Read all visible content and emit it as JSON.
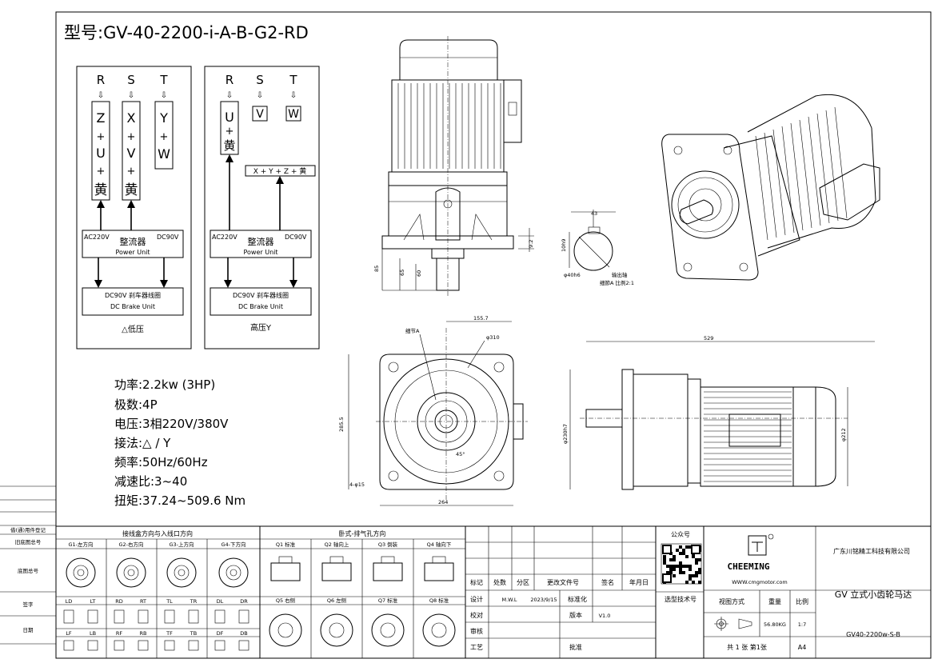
{
  "model_title": "型号:GV-40-2200-i-A-B-G2-RD",
  "wiring_low": {
    "phases": [
      "R",
      "S",
      "T"
    ],
    "col1": [
      "Z",
      "+",
      "U",
      "+",
      "黄"
    ],
    "col2": [
      "X",
      "+",
      "V",
      "+",
      "黄"
    ],
    "col3": [
      "Y",
      "+",
      "W"
    ],
    "ac_label": "AC220V",
    "dc_label": "DC90V",
    "rectifier_cn": "整流器",
    "rectifier_en": "Power Unit",
    "brake_cn": "DC90V 刹车器线圈",
    "brake_en": "DC Brake Unit",
    "caption": "△低压"
  },
  "wiring_high": {
    "phases": [
      "R",
      "S",
      "T"
    ],
    "col1": [
      "U",
      "+",
      "黄"
    ],
    "box_v": "V",
    "box_w": "W",
    "star_bar": "X + Y + Z + 黄",
    "ac_label": "AC220V",
    "dc_label": "DC90V",
    "rectifier_cn": "整流器",
    "rectifier_en": "Power Unit",
    "brake_cn": "DC90V 刹车器线圈",
    "brake_en": "DC Brake Unit",
    "caption": "高压Y"
  },
  "specs": [
    "功率:2.2kw (3HP)",
    "极数:4P",
    "电压:3相220V/380V",
    "接法:△ / Y",
    "频率:50Hz/60Hz",
    "减速比:3~40",
    "扭矩:37.24~509.6 Nm"
  ],
  "dims": {
    "d43": "43",
    "d10h9": "10h9",
    "d40h6": "φ40h6",
    "shaft_note": "输出轴",
    "detail_note": "细節A 比例2:1",
    "d85": "85",
    "d65": "65",
    "d60": "60",
    "d92": "9.2",
    "d1557": "155.7",
    "d310": "φ310",
    "detailA": "细节A",
    "d2855": "285.5",
    "d45": "45°",
    "d4phi15": "4-φ15",
    "d264": "264",
    "d529": "529",
    "d230": "φ230h7",
    "d212": "φ212"
  },
  "table": {
    "left_labels": [
      "借(通)用件登记",
      "旧底图总号",
      "底图总号",
      "签字",
      "日期"
    ],
    "junction_title": "接线盒方向与入线口方向",
    "junction_heads": [
      "G1-左方向",
      "G2-右方向",
      "G3-上方向",
      "G4-下方向"
    ],
    "junction_sub1": [
      "LD",
      "LT",
      "RD",
      "RT",
      "TL",
      "TR",
      "DL",
      "DR"
    ],
    "junction_sub2": [
      "LF",
      "LB",
      "RF",
      "RB",
      "TF",
      "TB",
      "DF",
      "DB"
    ],
    "vent_title": "卧式-排气孔方向",
    "vent_heads1": [
      "Q1 标准",
      "Q2 轴向上",
      "Q3 倒装",
      "Q4 轴向下"
    ],
    "vent_heads2": [
      "Q5 右侧",
      "Q6 左侧",
      "Q7 标准",
      "Q8 标准"
    ],
    "rev_heads": [
      "标记",
      "处数",
      "分区",
      "更改文件号",
      "签名",
      "年月日"
    ],
    "roles": [
      "设计",
      "校对",
      "审核",
      "工艺"
    ],
    "designer": "M.W.L",
    "date": "2023/9/15",
    "standardize": "标准化",
    "version_label": "版本",
    "version": "V1.0",
    "approve": "批准",
    "wechat_label": "公众号",
    "tech_label": "选型技术号",
    "brand": "CHEEMING",
    "website": "WWW.cmgmotor.com",
    "company": "广东川铭精工科技有限公司",
    "view_label": "视图方式",
    "weight_label": "重量",
    "ratio_label": "比例",
    "product_name": "GV 立式小齿轮马达",
    "weight": "56.80KG",
    "scale": "1:7",
    "sheet_info": "共 1 张 第1张",
    "paper": "A4",
    "drawing_no": "GV40-2200w-S-B"
  }
}
